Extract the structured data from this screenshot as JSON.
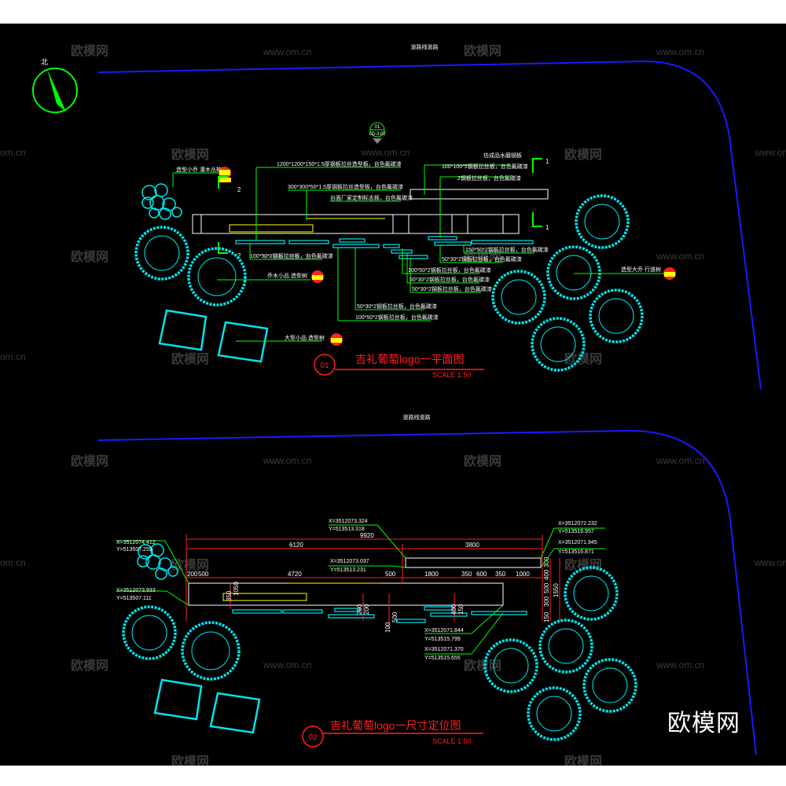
{
  "top_plan": {
    "road_label": "道路线道路",
    "section_marker": {
      "num": "01",
      "ref": "LD-3.02"
    },
    "notes_left": [
      "1200*1200*150*1.5厚钢板拉丝造型板，台色氟碳漆",
      "300*300*50*1.5厚钢板拉丝造型板，台色氟碳漆",
      "台面厂家定制标志板，台色氟碳漆"
    ],
    "notes_right_top": [
      "仿成品水磨钢板",
      "100*100*5钢板拉丝板，台色氟碳漆",
      "2钢板拉丝板，台色氟碳漆"
    ],
    "notes_bottom": [
      "100*50*2钢板拉丝板，台色氟碳漆",
      "50*30*2钢板拉丝板，台色氟碳漆",
      "100*50*2钢板拉丝板，台色氟碳漆",
      "50*30*2钢板拉丝板，台色氟碳漆",
      "50*30*2钢板拉丝板，台色氟碳漆",
      "50*30*2钢板拉丝板，台色氟碳漆",
      "100*50*2钢板拉丝板，台色氟碳漆"
    ],
    "note_right_mid": "150*50*2钢板拉丝板，台色氟碳漆",
    "tree_labels": [
      "造型小乔 灌木丛植",
      "乔木小品 造型树",
      "造型大乔 行道树",
      "大型小品 造型树"
    ],
    "section_numbers": [
      "2",
      "2",
      "1",
      "1"
    ],
    "title_num": "01",
    "title": "吉礼葡萄logo一平面图",
    "scale": "SCALE 1:50"
  },
  "bottom_plan": {
    "road_label": "道路线道路",
    "coords": [
      "X=3512074.412",
      "Y=513507.255",
      "X=3512073.933",
      "Y=513507.111",
      "X=3512073.324",
      "Y=513513.318",
      "X=3512073.037",
      "Y=513513.231",
      "X=3512072.232",
      "Y=513516.957",
      "X=3512071.945",
      "Y=513516.871",
      "X=3512071.844",
      "Y=513515.799",
      "X=3512071.370",
      "Y=513515.655"
    ],
    "dims_top": [
      "9920",
      "6120",
      "3800"
    ],
    "dims_row": [
      "200",
      "500",
      "4720",
      "500",
      "1800",
      "350",
      "600",
      "350",
      "1000"
    ],
    "dims_right": [
      "150",
      "300",
      "500",
      "400",
      "300",
      "1550"
    ],
    "dims_vertical": [
      "350",
      "1050",
      "250",
      "200",
      "100",
      "500",
      "400",
      "150",
      "200"
    ],
    "title_num": "02",
    "title": "吉礼葡萄logo一尺寸定位图",
    "scale": "SCALE 1:50"
  },
  "watermarks": {
    "brand": "欧模网",
    "url": "www.om.cn",
    "partial_url": "om.cn"
  },
  "north_label": "北",
  "colors": {
    "background": "#000000",
    "tree": "#00e5ee",
    "road": "#1a1aff",
    "leader": "#00ff00",
    "title": "#ff2020",
    "dim": "#ffffff",
    "accent": "#ffff00"
  }
}
